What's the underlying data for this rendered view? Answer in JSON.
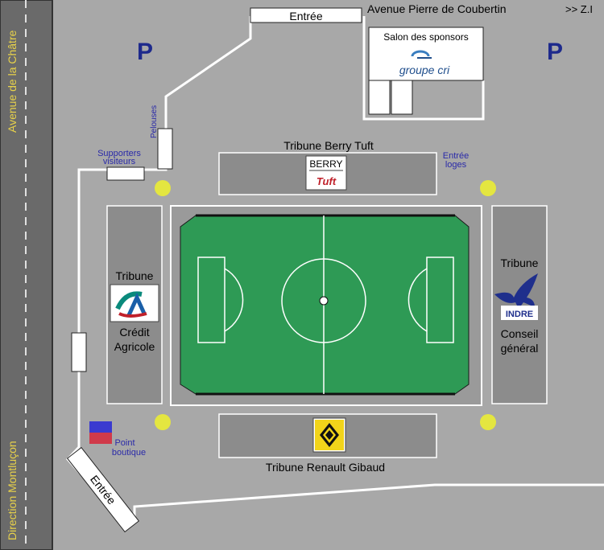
{
  "streets": {
    "avenue_chatre": "Avenue de la Châtre",
    "direction_montlucon": "Direction Montluçon",
    "avenue_coubertin": "Avenue Pierre de Coubertin",
    "zi_link": ">> Z.I"
  },
  "entrances": {
    "top": "Entrée",
    "bottom_left": "Entrée"
  },
  "parking": {
    "left": "P",
    "right": "P"
  },
  "sponsors_lounge": {
    "title": "Salon des sponsors",
    "logo_text": "groupe cri"
  },
  "labels": {
    "pelouses": "Pelouses",
    "supporters_line1": "Supporters",
    "supporters_line2": "visiteurs",
    "entree_loges_line1": "Entrée",
    "entree_loges_line2": "loges",
    "point_boutique_line1": "Point",
    "point_boutique_line2": "boutique"
  },
  "stands": {
    "north": "Tribune Berry Tuft",
    "north_logo_top": "BERRY",
    "north_logo_bottom": "Tuft",
    "south": "Tribune Renault Gibaud",
    "west_line1": "Tribune",
    "west_line2": "Crédit",
    "west_line3": "Agricole",
    "east_line1": "Tribune",
    "east_line2": "Conseil",
    "east_line3": "général",
    "east_logo_text": "INDRE"
  },
  "colors": {
    "background": "#a8a8a8",
    "road": "#6a6a6a",
    "stand": "#8c8c8c",
    "pitch": "#2e9a55",
    "parking_p": "#1e2a8c",
    "link_blue": "#2a2aa8",
    "road_text": "#e8d24a",
    "light_marker": "#e4e640"
  }
}
